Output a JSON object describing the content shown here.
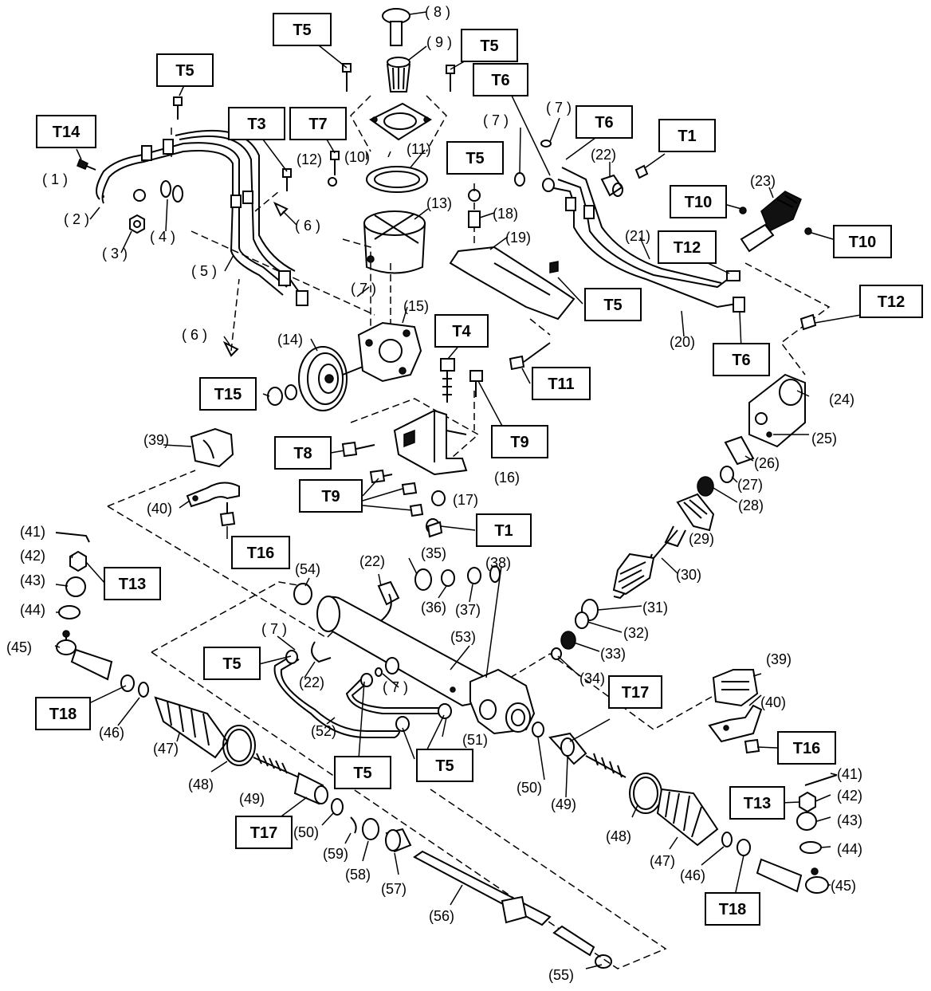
{
  "diagram": {
    "torque_labels": [
      "T1",
      "T3",
      "T4",
      "T5",
      "T6",
      "T7",
      "T8",
      "T9",
      "T10",
      "T11",
      "T12",
      "T13",
      "T14",
      "T15",
      "T16",
      "T17",
      "T18"
    ],
    "callouts": {
      "c1": "( 1 )",
      "c2": "( 2 )",
      "c3": "( 3 )",
      "c4": "( 4 )",
      "c5": "( 5 )",
      "c6a": "( 6 )",
      "c6b": "( 6 )",
      "c7a": "( 7 )",
      "c7b": "( 7 )",
      "c7c": "( 7 )",
      "c7d": "( 7 )",
      "c7e": "( 7 )",
      "c8": "( 8 )",
      "c9": "( 9 )",
      "c10": "(10)",
      "c11": "(11)",
      "c12": "(12)",
      "c13": "(13)",
      "c14": "(14)",
      "c15": "(15)",
      "c16": "(16)",
      "c17": "(17)",
      "c18": "(18)",
      "c19": "(19)",
      "c20": "(20)",
      "c21": "(21)",
      "c22a": "(22)",
      "c22b": "(22)",
      "c22c": "(22)",
      "c23": "(23)",
      "c24": "(24)",
      "c25": "(25)",
      "c26": "(26)",
      "c27": "(27)",
      "c28": "(28)",
      "c29": "(29)",
      "c30": "(30)",
      "c31": "(31)",
      "c32": "(32)",
      "c33": "(33)",
      "c34": "(34)",
      "c35": "(35)",
      "c36": "(36)",
      "c37": "(37)",
      "c38": "(38)",
      "c39a": "(39)",
      "c39b": "(39)",
      "c40a": "(40)",
      "c40b": "(40)",
      "c41a": "(41)",
      "c41b": "(41)",
      "c42a": "(42)",
      "c42b": "(42)",
      "c43a": "(43)",
      "c43b": "(43)",
      "c44a": "(44)",
      "c44b": "(44)",
      "c45a": "(45)",
      "c45b": "(45)",
      "c46a": "(46)",
      "c46b": "(46)",
      "c47a": "(47)",
      "c47b": "(47)",
      "c48a": "(48)",
      "c48b": "(48)",
      "c49a": "(49)",
      "c49b": "(49)",
      "c50a": "(50)",
      "c50b": "(50)",
      "c51": "(51)",
      "c52": "(52)",
      "c53": "(53)",
      "c54": "(54)",
      "c55": "(55)",
      "c56": "(56)",
      "c57": "(57)",
      "c58": "(58)",
      "c59": "(59)"
    },
    "boxes": {
      "b_t14": "T14",
      "b_t5_a": "T5",
      "b_t3": "T3",
      "b_t7": "T7",
      "b_t5_b": "T5",
      "b_t5_c": "T5",
      "b_t6_a": "T6",
      "b_t6_b": "T6",
      "b_t1_a": "T1",
      "b_t5_d": "T5",
      "b_t10_a": "T10",
      "b_t10_b": "T10",
      "b_t12_a": "T12",
      "b_t12_b": "T12",
      "b_t5_e": "T5",
      "b_t6_c": "T6",
      "b_t4": "T4",
      "b_t11": "T11",
      "b_t15": "T15",
      "b_t9_a": "T9",
      "b_t8": "T8",
      "b_t9_b": "T9",
      "b_t1_b": "T1",
      "b_t16_a": "T16",
      "b_t13_a": "T13",
      "b_t18_a": "T18",
      "b_t5_f": "T5",
      "b_t17_a": "T17",
      "b_t5_g": "T5",
      "b_t5_h": "T5",
      "b_t17_b": "T17",
      "b_t16_b": "T16",
      "b_t13_b": "T13",
      "b_t18_b": "T18"
    }
  }
}
